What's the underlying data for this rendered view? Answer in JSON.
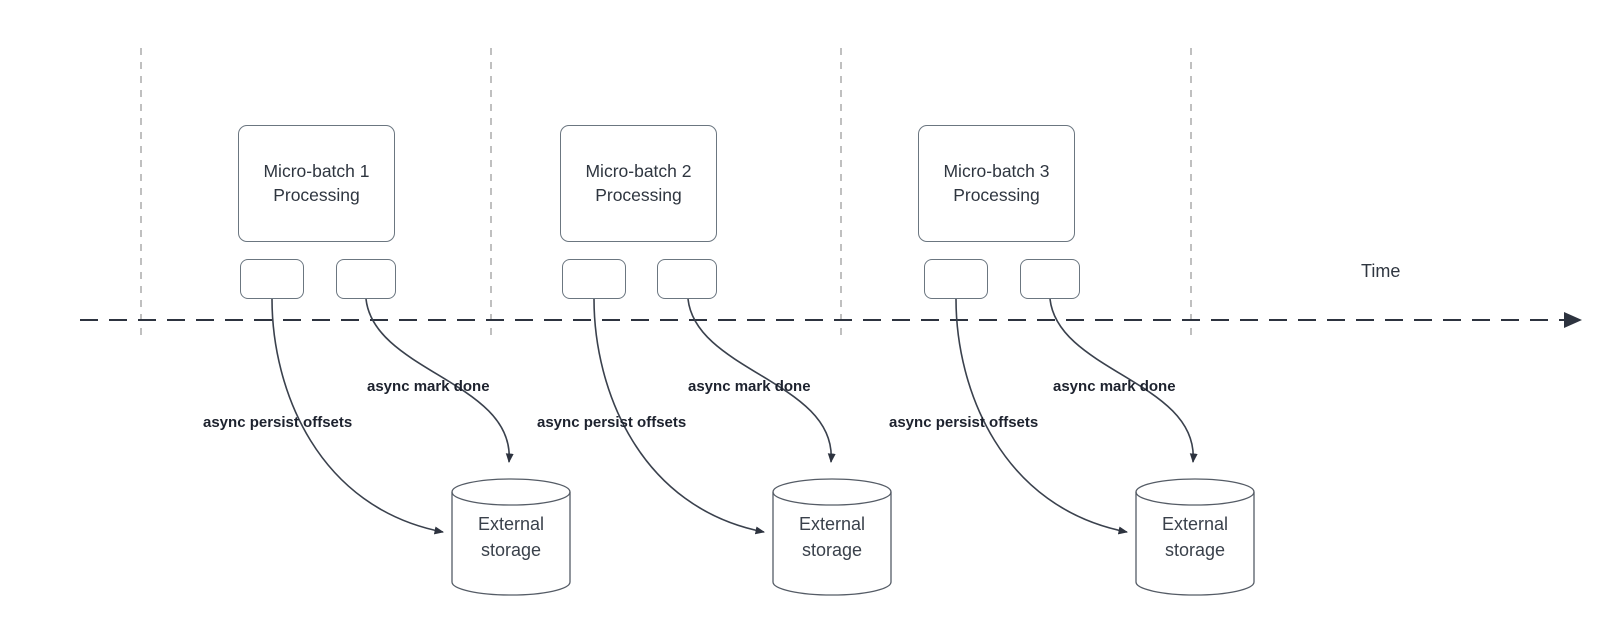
{
  "diagram": {
    "time_axis_label": "Time",
    "groups": [
      {
        "box_title": "Micro-batch 1\nProcessing",
        "persist_label": "async persist offsets",
        "mark_done_label": "async mark done",
        "storage_label": "External\nstorage"
      },
      {
        "box_title": "Micro-batch 2\nProcessing",
        "persist_label": "async persist offsets",
        "mark_done_label": "async mark done",
        "storage_label": "External\nstorage"
      },
      {
        "box_title": "Micro-batch 3\nProcessing",
        "persist_label": "async persist offsets",
        "mark_done_label": "async mark done",
        "storage_label": "External\nstorage"
      }
    ],
    "colors": {
      "arrow_line": "#3a414d",
      "guide_line": "#a6a6a6",
      "box_border": "#6b7680",
      "text": "#2f3640",
      "label_text": "#1d222e",
      "background": "#ffffff"
    }
  }
}
